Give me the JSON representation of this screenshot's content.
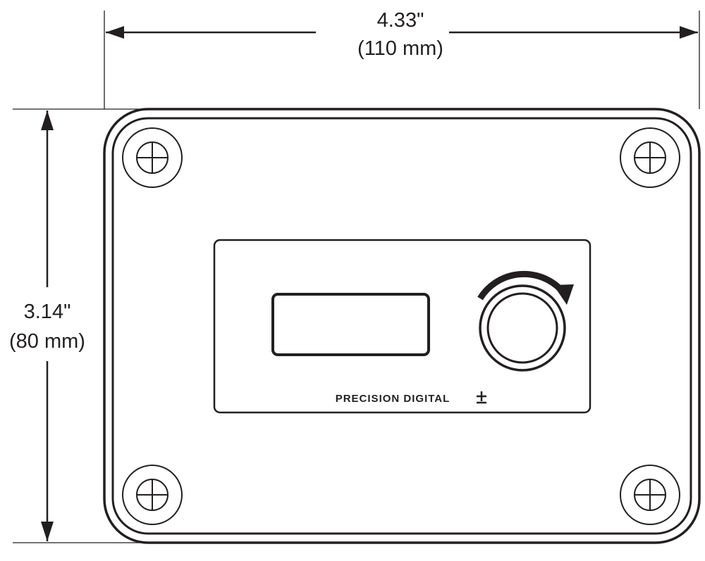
{
  "dimensions": {
    "width": {
      "inches": "4.33\"",
      "millimeters": "(110 mm)"
    },
    "height": {
      "inches": "3.14\"",
      "millimeters": "(80 mm)"
    }
  },
  "faceplate": {
    "brand": "PRECISION DIGITAL",
    "brand_logo_icon": "plus-minus-icon"
  },
  "colors": {
    "line": "#231f20",
    "background": "#ffffff"
  }
}
